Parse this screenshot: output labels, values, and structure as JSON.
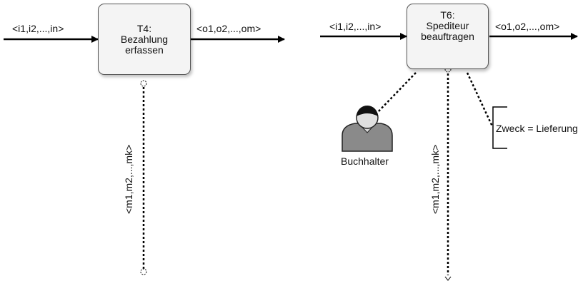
{
  "left_task": {
    "id": "T4:",
    "name_line1": "Bezahlung",
    "name_line2": "erfassen",
    "input_label": "<i1,i2,...,in>",
    "output_label": "<o1,o2,...,om>",
    "message_label": "<m1,m2,...,mk>"
  },
  "right_task": {
    "id": "T6:",
    "name_line1": "Spediteur",
    "name_line2": "beauftragen",
    "input_label": "<i1,i2,...,in>",
    "output_label": "<o1,o2,...,om>",
    "message_label": "<m1,m2,...,mk>"
  },
  "actor": {
    "label": "Buchhalter",
    "icon": "person-icon"
  },
  "annotation": {
    "text": "Zweck = Lieferung"
  }
}
